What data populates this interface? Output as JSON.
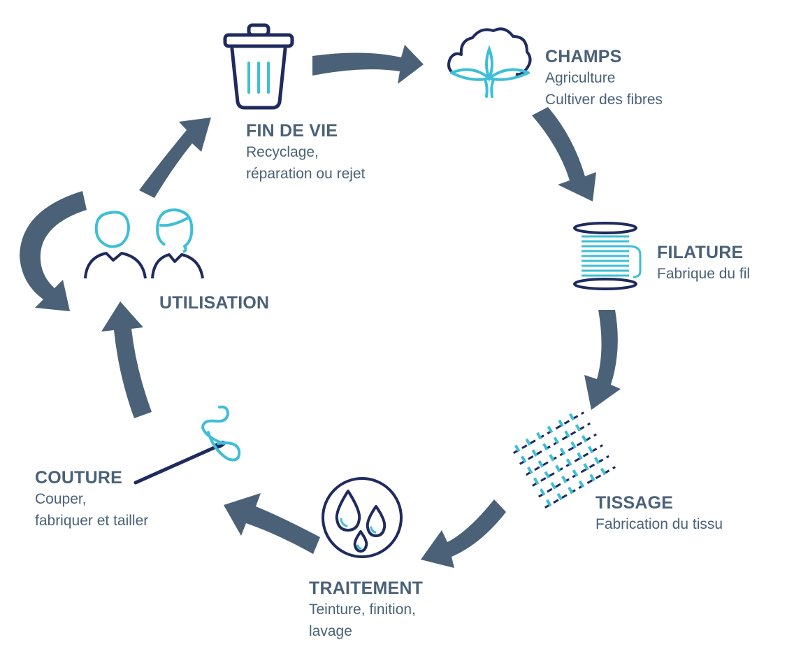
{
  "colors": {
    "arrow": "#4a6178",
    "navy": "#1f2a5e",
    "cyan": "#3dbfd6",
    "text": "#4a6178"
  },
  "stages": {
    "champs": {
      "title": "CHAMPS",
      "line1": "Agriculture",
      "line2": "Cultiver des fibres"
    },
    "filature": {
      "title": "FILATURE",
      "line1": "Fabrique du fil"
    },
    "tissage": {
      "title": "TISSAGE",
      "line1": "Fabrication du tissu"
    },
    "traitement": {
      "title": "TRAITEMENT",
      "line1": "Teinture, finition,",
      "line2": "lavage"
    },
    "couture": {
      "title": "COUTURE",
      "line1": "Couper,",
      "line2": "fabriquer et tailler"
    },
    "utilisation": {
      "title": "UTILISATION"
    },
    "fin_de_vie": {
      "title": "FIN DE VIE",
      "line1": "Recyclage,",
      "line2": "réparation ou rejet"
    }
  },
  "icons": {
    "champs": "cotton-plant-icon",
    "filature": "thread-spool-icon",
    "tissage": "woven-fabric-icon",
    "traitement": "water-drops-icon",
    "couture": "needle-thread-icon",
    "utilisation": "people-icon",
    "fin_de_vie": "trash-bin-icon"
  }
}
